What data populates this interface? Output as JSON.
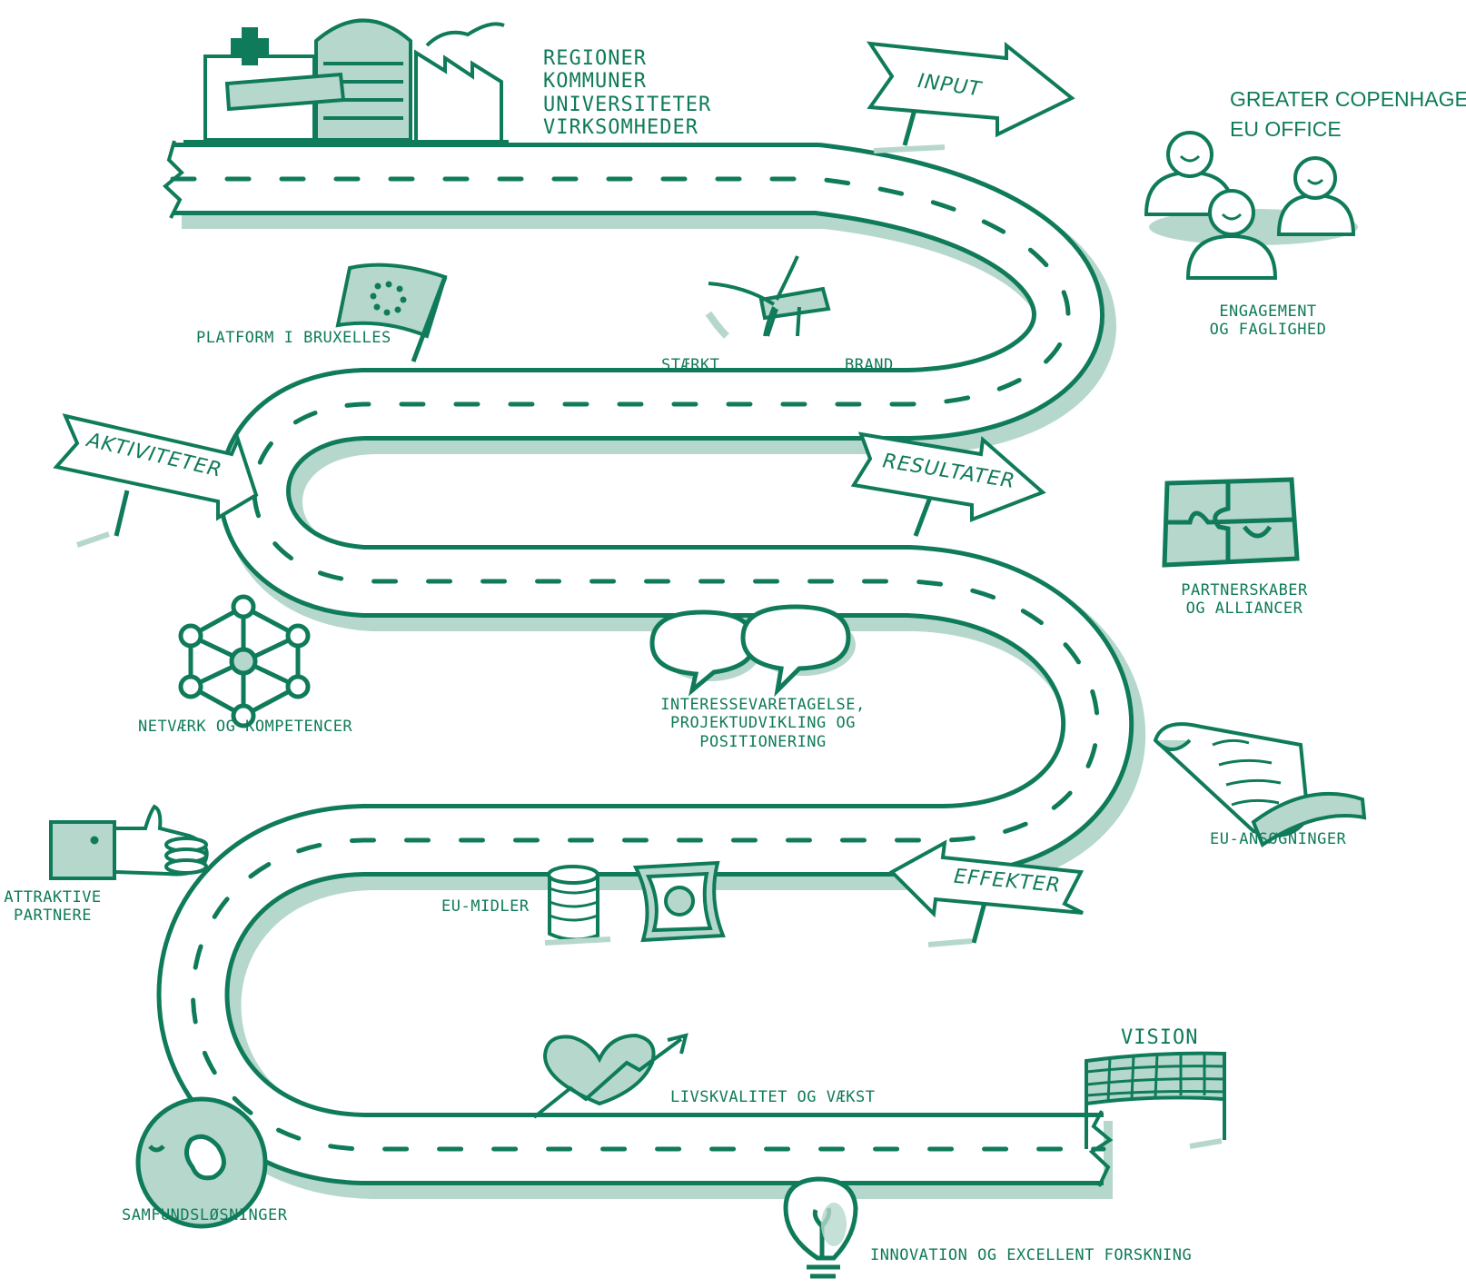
{
  "header": {
    "stakeholders": [
      "REGIONER",
      "KOMMUNER",
      "UNIVERSITETER",
      "VIRKSOMHEDER"
    ],
    "office_lines": [
      "GREATER COPENHAGEN",
      "EU OFFICE"
    ]
  },
  "signs": {
    "input": "INPUT",
    "aktiviteter": "AKTIVITETER",
    "resultater": "RESULTATER",
    "effekter": "EFFEKTER",
    "vision": "VISION"
  },
  "labels": {
    "platform": "PLATFORM I BRUXELLES",
    "staerkt": "STÆRKT",
    "brand": "BRAND",
    "engagement": [
      "ENGAGEMENT",
      "OG FAGLIGHED"
    ],
    "partnerskaber": [
      "PARTNERSKABER",
      "OG ALLIANCER"
    ],
    "netvaerk": "NETVÆRK OG KOMPETENCER",
    "interesse": [
      "INTERESSEVARETAGELSE,",
      "PROJEKTUDVIKLING OG",
      "POSITIONERING"
    ],
    "eu_ansoegninger": "EU-ANSØGNINGER",
    "attraktive": [
      "ATTRAKTIVE",
      "PARTNERE"
    ],
    "eu_midler": "EU-MIDLER",
    "livskvalitet": "LIVSKVALITET OG VÆKST",
    "samfund": "SAMFUNDSLØSNINGER",
    "innovation": "INNOVATION OG EXCELLENT FORSKNING"
  },
  "colors": {
    "ink": "#0f7b5a",
    "shade": "#b6d8cc",
    "paper": "#ffffff"
  },
  "icons": [
    "buildings-icon",
    "people-icon",
    "eu-flag-icon",
    "wind-turbine-icon",
    "puzzle-icon",
    "network-icon",
    "speech-bubbles-icon",
    "scroll-icon",
    "handshake-icon",
    "coins-icon",
    "banknote-icon",
    "heart-arrow-icon",
    "globe-icon",
    "lightbulb-icon",
    "finish-flag-icon"
  ]
}
